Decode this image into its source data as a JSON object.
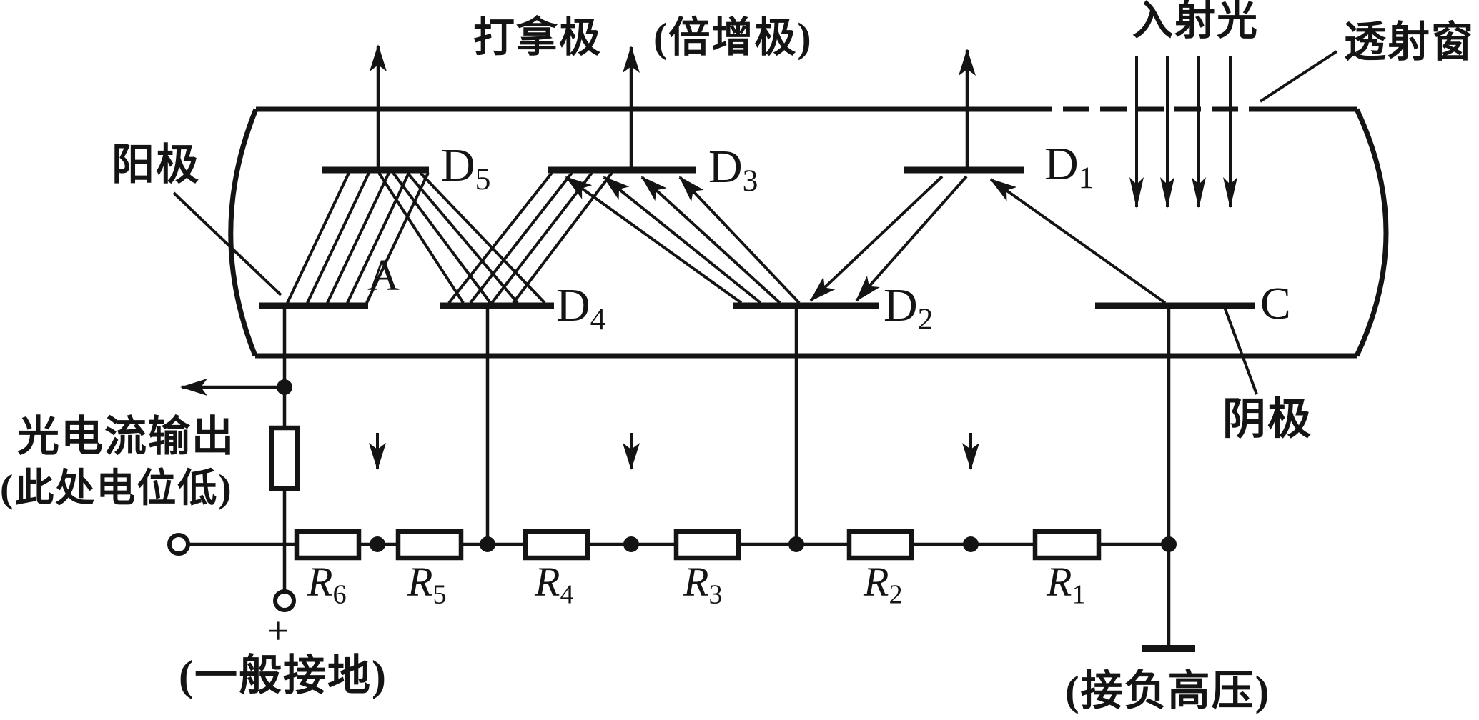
{
  "colors": {
    "ink": "#141414",
    "background": "#ffffff"
  },
  "title": {
    "main": "打拿极",
    "paren": "(倍增极)"
  },
  "annotations": {
    "incident_light": "入射光",
    "window": "透射窗",
    "anode": "阳极",
    "cathode": "阴极",
    "output_line1": "光电流输出",
    "output_line2": "(此处电位低)",
    "ground_note": "(一般接地)",
    "hv_note": "(接负高压)",
    "plus_sign": "+"
  },
  "electrodes": [
    {
      "name": "anode",
      "letter": "A",
      "sub": ""
    },
    {
      "name": "dynode-5",
      "letter": "D",
      "sub": "5"
    },
    {
      "name": "dynode-4",
      "letter": "D",
      "sub": "4"
    },
    {
      "name": "dynode-3",
      "letter": "D",
      "sub": "3"
    },
    {
      "name": "dynode-2",
      "letter": "D",
      "sub": "2"
    },
    {
      "name": "dynode-1",
      "letter": "D",
      "sub": "1"
    },
    {
      "name": "cathode",
      "letter": "C",
      "sub": ""
    }
  ],
  "resistors": [
    {
      "letter": "R",
      "sub": "6"
    },
    {
      "letter": "R",
      "sub": "5"
    },
    {
      "letter": "R",
      "sub": "4"
    },
    {
      "letter": "R",
      "sub": "3"
    },
    {
      "letter": "R",
      "sub": "2"
    },
    {
      "letter": "R",
      "sub": "1"
    }
  ]
}
